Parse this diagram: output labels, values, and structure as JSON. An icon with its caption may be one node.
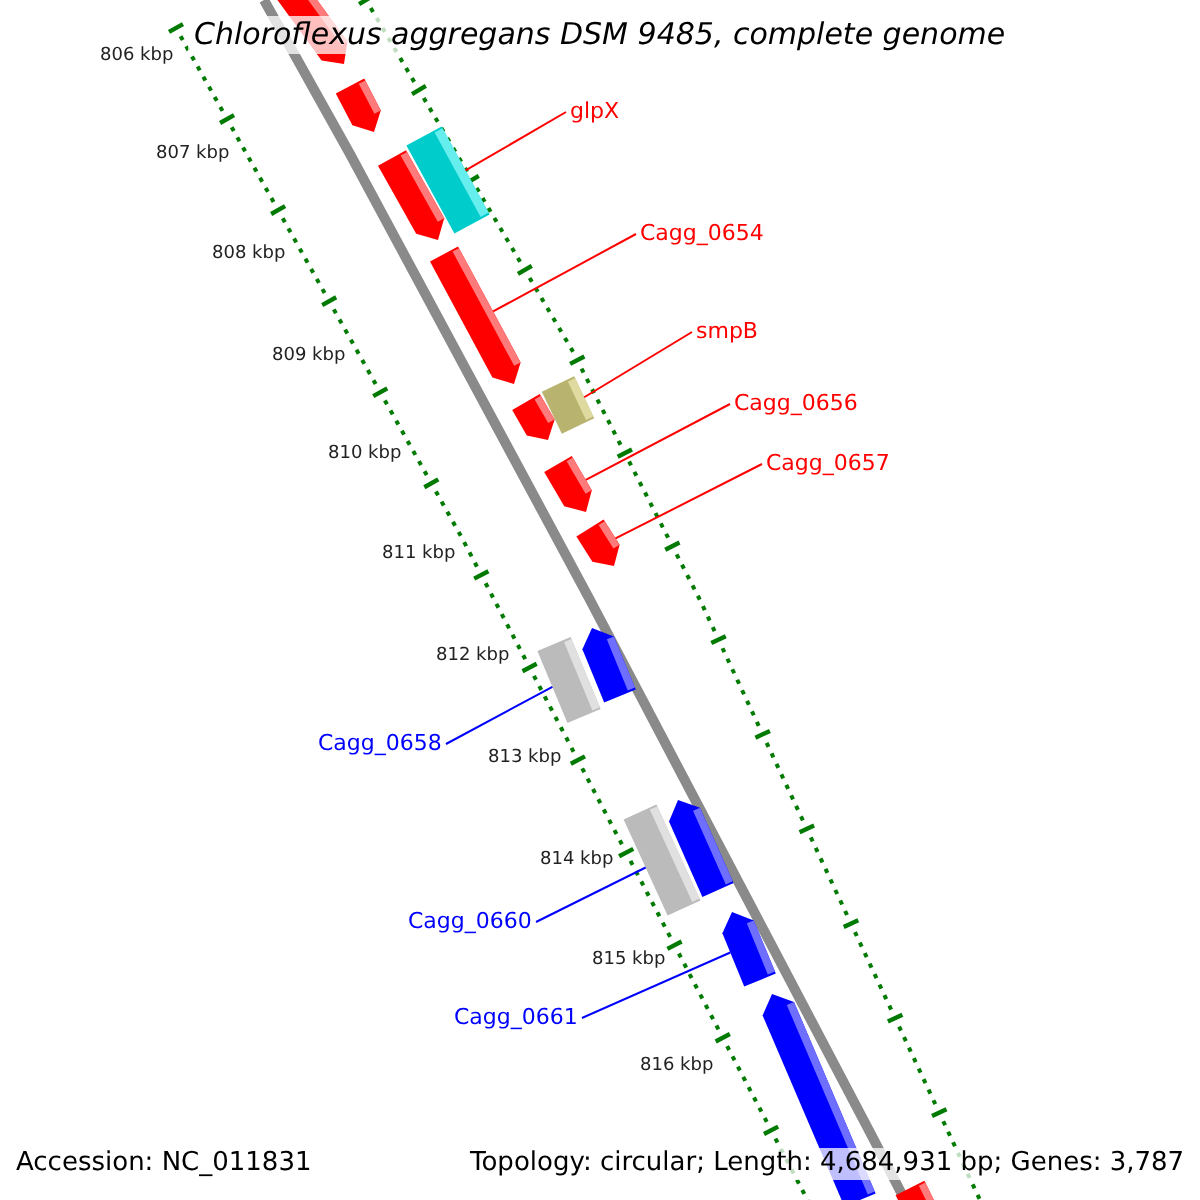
{
  "diagram": {
    "title": "Chloroflexus aggregans DSM 9485, complete genome",
    "nodes": [
      {
        "text": [
          "glpX"
        ]
      },
      {
        "text": [
          "Cagg_0654"
        ]
      },
      {
        "text": [
          "smpB"
        ]
      },
      {
        "text": [
          "Cagg_0656"
        ]
      },
      {
        "text": [
          "Cagg_0657"
        ]
      },
      {
        "text": [
          "Cagg_0658"
        ]
      },
      {
        "text": [
          "Cagg_0660"
        ]
      },
      {
        "text": [
          "Cagg_0661"
        ]
      },
      {
        "text": [],
        "shape": "arrow"
      },
      {
        "text": [],
        "shape": "arrow"
      },
      {
        "text": [],
        "shape": "box"
      },
      {
        "text": [],
        "shape": "arrow"
      },
      {
        "text": [],
        "shape": "arrow"
      },
      {
        "text": [],
        "shape": "box"
      },
      {
        "text": [],
        "shape": "arrow"
      },
      {
        "text": [],
        "shape": "arrow"
      },
      {
        "text": [],
        "shape": "arrow"
      },
      {
        "text": [],
        "shape": "arrow"
      },
      {
        "text": [],
        "shape": "box"
      },
      {
        "text": [],
        "shape": "arrow"
      },
      {
        "text": [],
        "shape": "box"
      },
      {
        "text": [],
        "shape": "arrow"
      },
      {
        "text": [],
        "shape": "arrow"
      },
      {
        "text": [],
        "shape": "arrow"
      }
    ],
    "edges": [
      {
        "from": 0,
        "to": 10,
        "arrow": "none"
      },
      {
        "from": 1,
        "to": 12,
        "arrow": "none"
      },
      {
        "from": 2,
        "to": 13,
        "arrow": "none"
      },
      {
        "from": 3,
        "to": 15,
        "arrow": "none"
      },
      {
        "from": 4,
        "to": 16,
        "arrow": "none"
      },
      {
        "from": 5,
        "to": 18,
        "arrow": "none",
        "color": "#0000ff"
      },
      {
        "from": 6,
        "to": 20,
        "arrow": "none",
        "color": "#0000ff"
      },
      {
        "from": 7,
        "to": 21,
        "arrow": "none",
        "color": "#0000ff"
      }
    ],
    "labels": [
      "806 kbp",
      "807 kbp",
      "808 kbp",
      "809 kbp",
      "810 kbp",
      "811 kbp",
      "812 kbp",
      "813 kbp",
      "814 kbp",
      "815 kbp",
      "816 kbp",
      "Accession: NC_011831",
      "Topology: circular; Length: 4,684,931 bp; Genes: 3,787"
    ]
  }
}
